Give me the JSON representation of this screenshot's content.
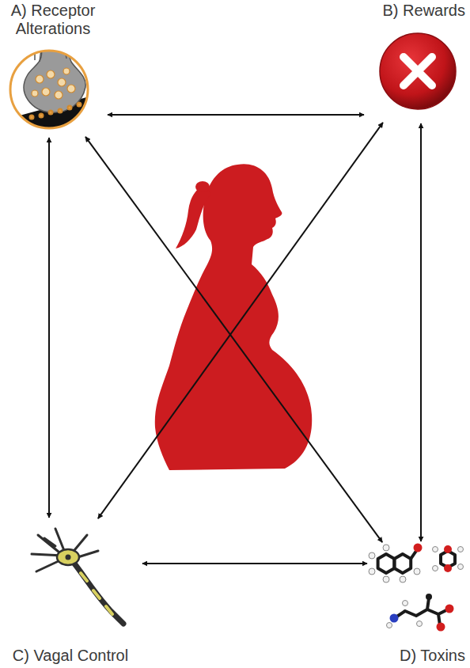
{
  "diagram": {
    "nodes": [
      {
        "text": [
          "A) Receptor Alterations"
        ]
      },
      {
        "text": [
          "B) Rewards"
        ]
      },
      {
        "text": [
          "C) Vagal Control"
        ]
      },
      {
        "text": [
          "D) Toxins"
        ]
      }
    ],
    "edges": [
      {
        "from": 0,
        "to": 1,
        "arrow": "both"
      },
      {
        "from": 0,
        "to": 2,
        "arrow": "both"
      },
      {
        "from": 1,
        "to": 3,
        "arrow": "both"
      },
      {
        "from": 2,
        "to": 3,
        "arrow": "both"
      },
      {
        "from": 0,
        "to": 3,
        "arrow": "both"
      },
      {
        "from": 1,
        "to": 2,
        "arrow": "both"
      }
    ]
  }
}
